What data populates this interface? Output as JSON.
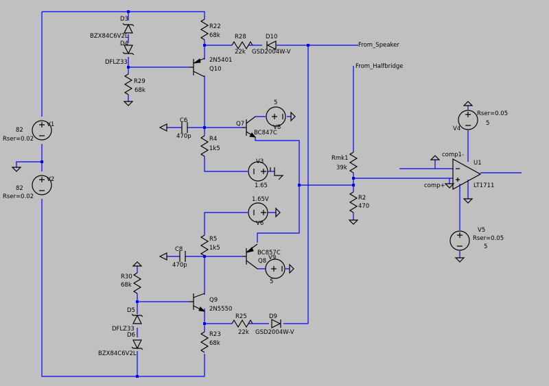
{
  "labels": {
    "d3": "D3",
    "d3_part": "BZX84C6V2L",
    "d4": "D4",
    "d4_part": "DFLZ33",
    "r29": "R29",
    "r29_val": "68k",
    "r22": "R22",
    "r22_val": "68k",
    "q10_part": "2N5401",
    "q10": "Q10",
    "r28": "R28",
    "r28_val": "22k",
    "d10": "D10",
    "d10_part": "GSD2004W-V",
    "from_speaker": "From_Speaker",
    "from_halfbridge": "From_Halfbridge",
    "v1_val": "82",
    "v1_rser": "Rser=0.02",
    "v1": "V1",
    "v2_val": "82",
    "v2_rser": "Rser=0.02",
    "v2": "V2",
    "c6": "C6",
    "c6_val": "470p",
    "r4": "R4",
    "r4_val": "1k5",
    "q7": "Q7",
    "q7_part": "BC847C",
    "v8_top": "5",
    "v8": "V8",
    "v3": "V3",
    "v3_val": "1.65",
    "rmk1": "Rmk1",
    "rmk1_val": "39k",
    "r2": "R2",
    "r2_val": "470",
    "v4_rser": "Rser=0.05",
    "v4": "V4",
    "v4_val": "5",
    "u1": "U1",
    "u1_part": "LT1711",
    "comp1_minus": "comp1-",
    "comp_plus": "comp+",
    "v6_top": "1.65V",
    "v6": "V6",
    "r5": "R5",
    "r5_val": "1k5",
    "q8_part": "BC857C",
    "q8": "Q8",
    "v9": "V9",
    "v9_val": "5",
    "c8": "C8",
    "c8_val": "470p",
    "r30": "R30",
    "r30_val": "68k",
    "d5": "D5",
    "q9": "Q9",
    "q9_part": "2N5550",
    "r25": "R25",
    "r25_val": "22k",
    "d9": "D9",
    "d9_part": "GSD2004W-V",
    "d6_part_top": "DFLZ33",
    "d6": "D6",
    "d6_part": "BZX84C6V2L",
    "r23": "R23",
    "r23_val": "68k",
    "v5": "V5",
    "v5_rser": "Rser=0.05",
    "v5_val": "5"
  }
}
